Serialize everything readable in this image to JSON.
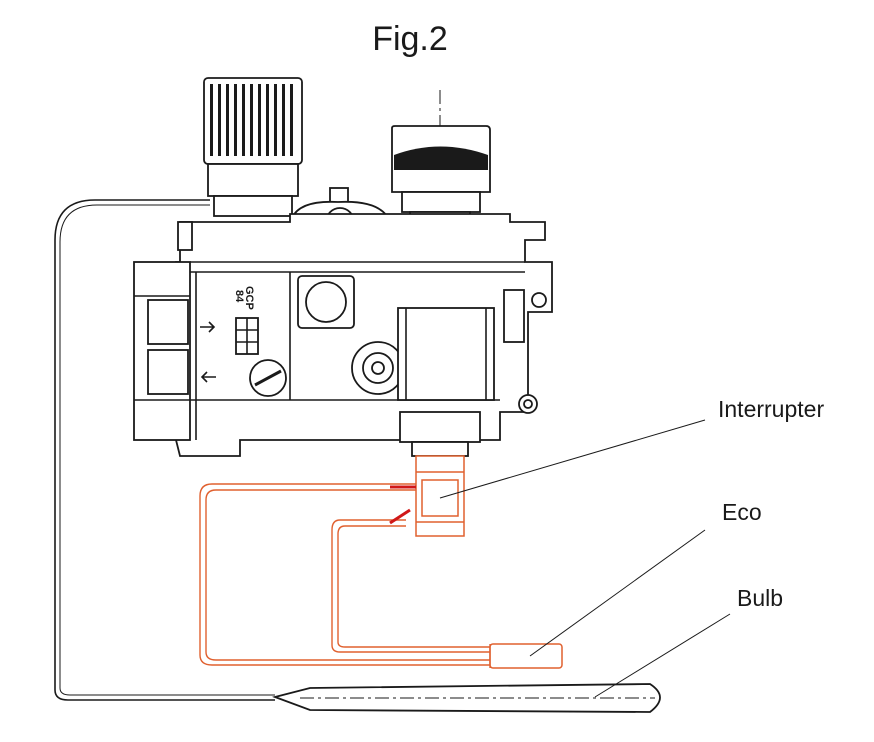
{
  "figure": {
    "title": "Fig.2"
  },
  "labels": {
    "interrupter": "Interrupter",
    "eco": "Eco",
    "bulb": "Bulb",
    "stamp_line1": "GCP",
    "stamp_line2": "84"
  },
  "colors": {
    "line": "#1a1a1a",
    "wire": "#e0602f",
    "wire_highlight": "#d01818",
    "background": "#ffffff"
  }
}
